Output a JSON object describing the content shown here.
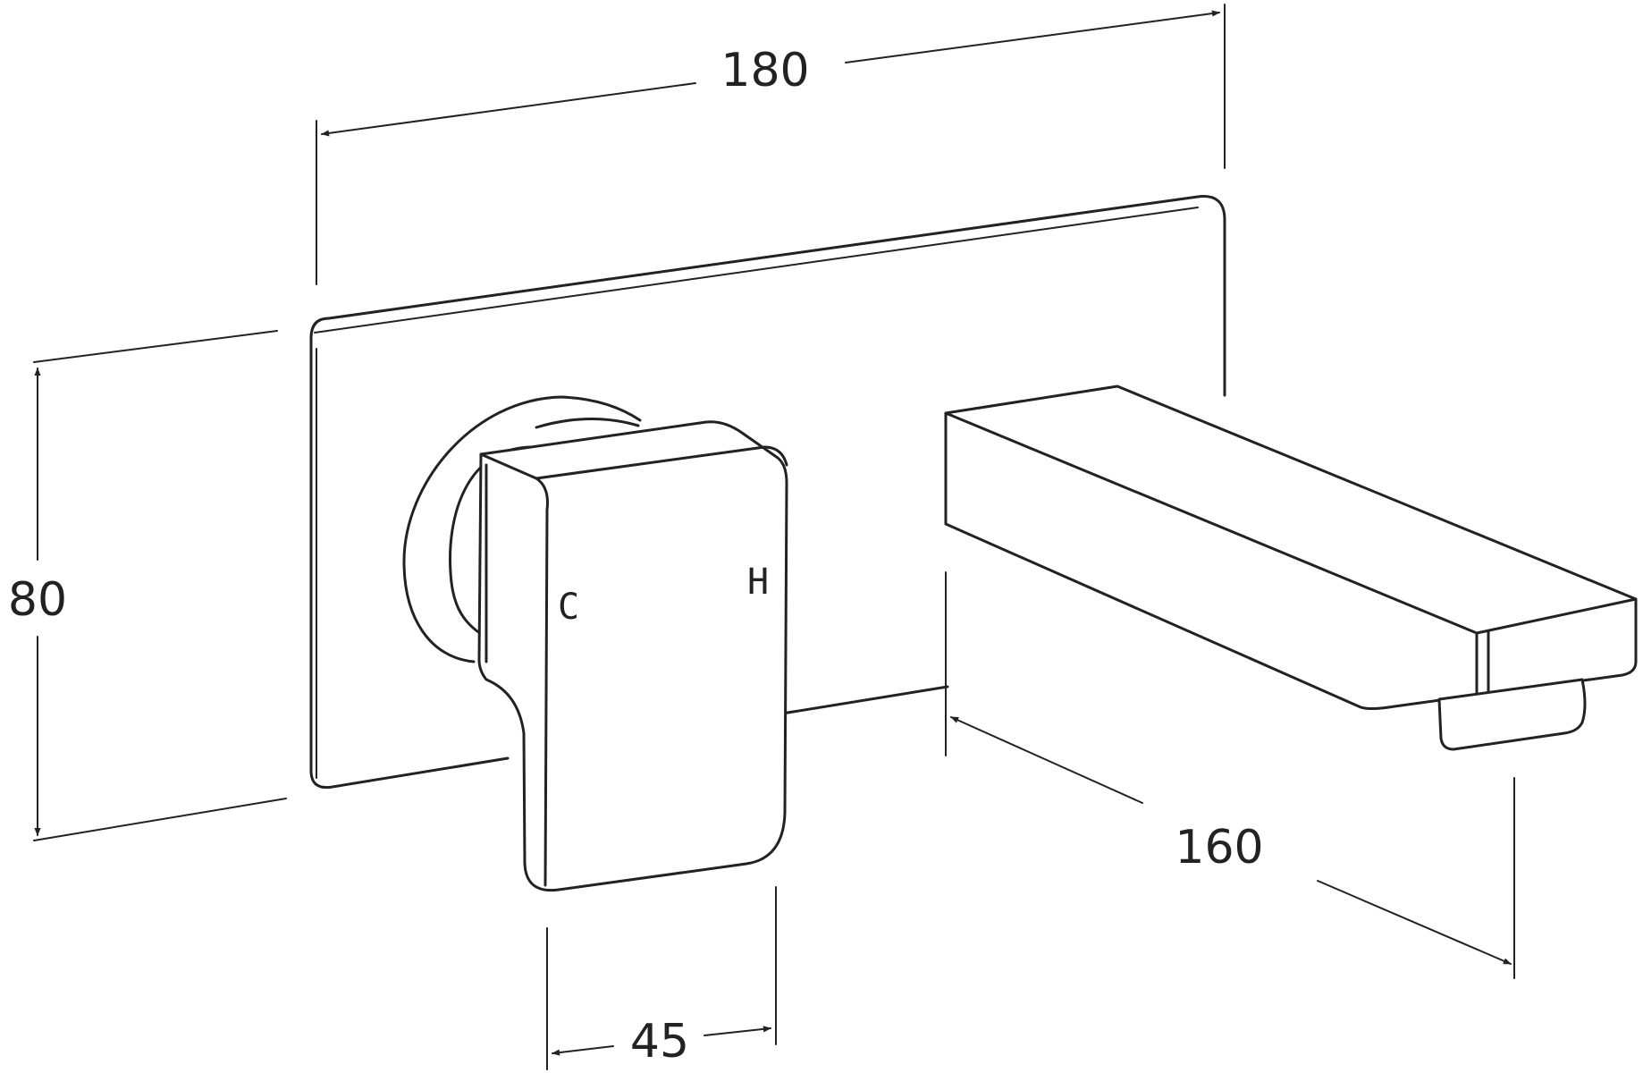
{
  "dimensions": {
    "plate_width": "180",
    "plate_height": "80",
    "spout_length": "160",
    "handle_width": "45"
  },
  "handle_marks": {
    "cold": "C",
    "hot": "H"
  }
}
